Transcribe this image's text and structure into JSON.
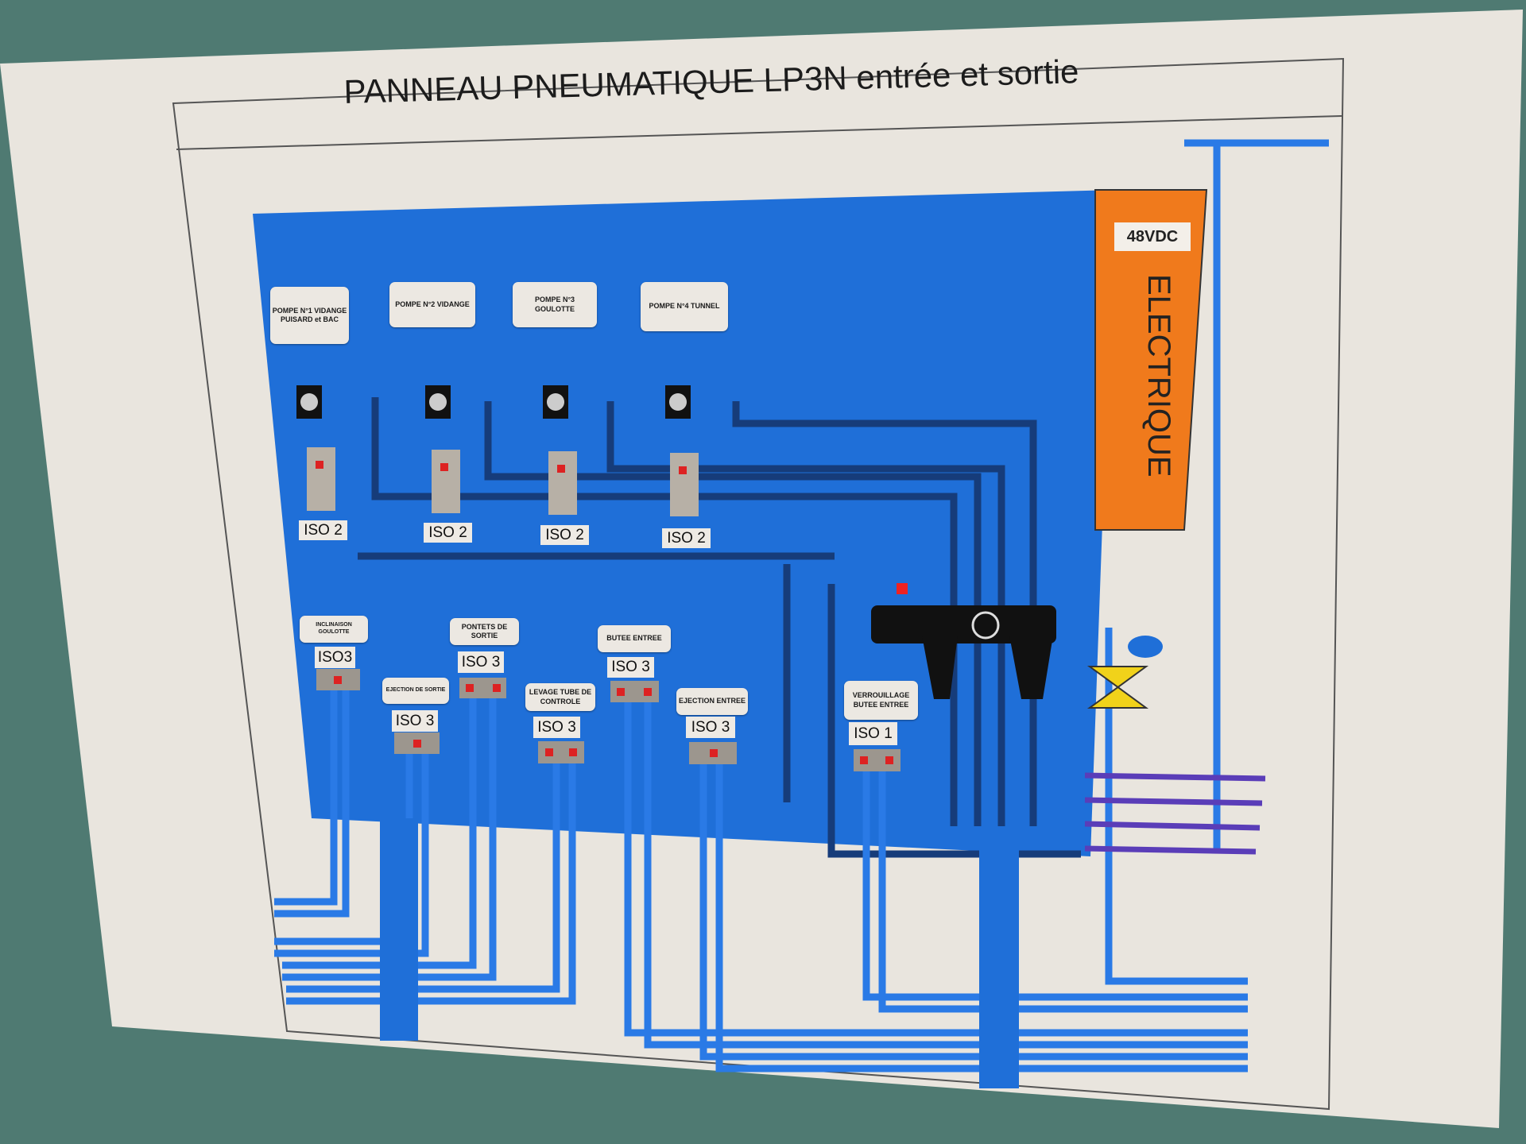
{
  "title": "PANNEAU PNEUMATIQUE   LP3N  entrée et sortie",
  "colors": {
    "panel_blue": "#1f6fd8",
    "electrical_orange": "#f07a1c",
    "paper": "#e9e5de",
    "wall": "#4f7a72"
  },
  "electrical": {
    "voltage": "48VDC",
    "label": "ELECTRIQUE"
  },
  "pumps": [
    {
      "label": "POMPE N°1 VIDANGE PUISARD et BAC",
      "iso": "ISO 2"
    },
    {
      "label": "POMPE N°2 VIDANGE",
      "iso": "ISO 2"
    },
    {
      "label": "POMPE N°3 GOULOTTE",
      "iso": "ISO 2"
    },
    {
      "label": "POMPE N°4 TUNNEL",
      "iso": "ISO 2"
    }
  ],
  "actuators": [
    {
      "label": "INCLINAISON GOULOTTE",
      "iso": "ISO3"
    },
    {
      "label": "EJECTION DE SORTIE",
      "iso": "ISO 3"
    },
    {
      "label": "PONTETS DE SORTIE",
      "iso": "ISO 3"
    },
    {
      "label": "LEVAGE TUBE DE CONTROLE",
      "iso": "ISO 3"
    },
    {
      "label": "BUTEE ENTREE",
      "iso": "ISO 3"
    },
    {
      "label": "EJECTION ENTREE",
      "iso": "ISO 3"
    },
    {
      "label": "VERROUILLAGE BUTEE ENTREE",
      "iso": "ISO 1"
    }
  ]
}
